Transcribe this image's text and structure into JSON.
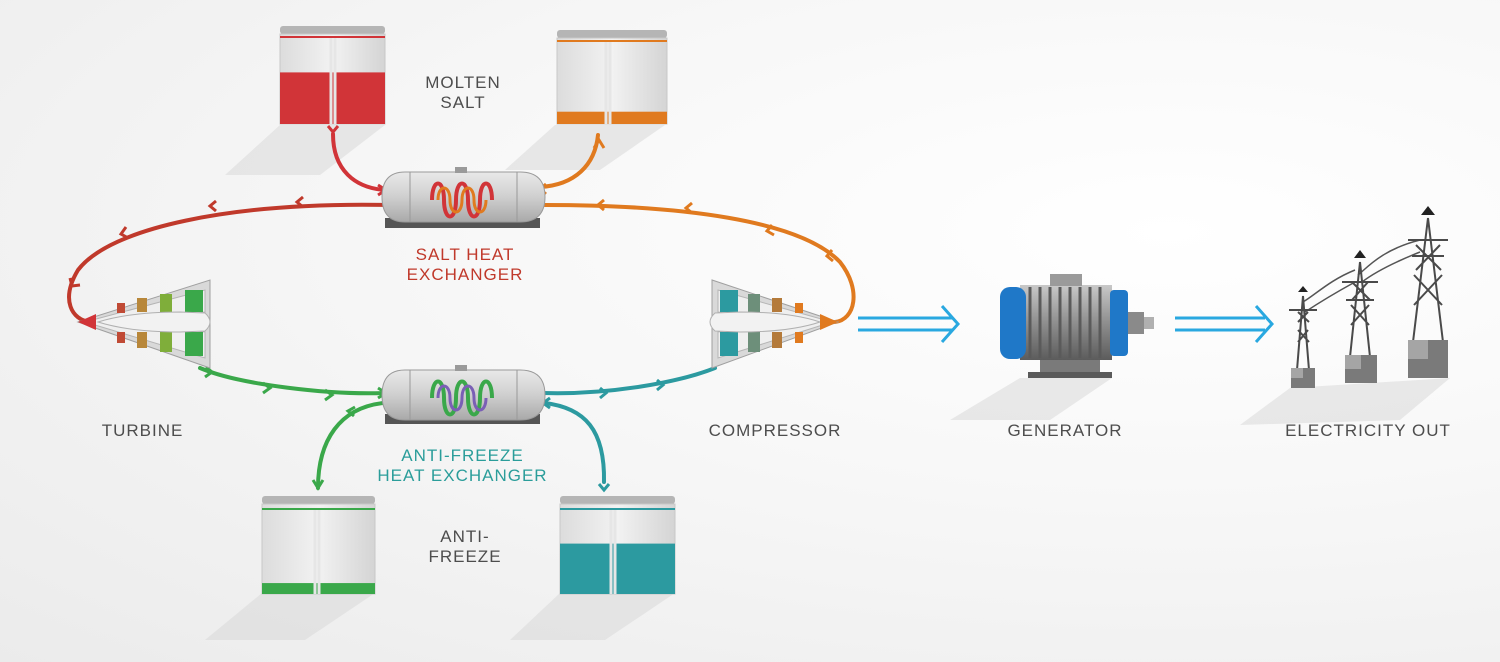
{
  "labels": {
    "molten_salt": [
      "MOLTEN",
      "SALT"
    ],
    "salt_heat_exchanger": [
      "SALT HEAT",
      "EXCHANGER"
    ],
    "antifreeze_heat_exchanger": [
      "ANTI-FREEZE",
      "HEAT EXCHANGER"
    ],
    "antifreeze": [
      "ANTI-",
      "FREEZE"
    ],
    "turbine": "TURBINE",
    "compressor": "COMPRESSOR",
    "generator": "GENERATOR",
    "electricity_out": "ELECTRICITY OUT"
  },
  "colors": {
    "hot_salt": "#d13438",
    "cold_salt": "#e07a1f",
    "warm_antifreeze": "#3aa84a",
    "cold_antifreeze": "#2c9aa0",
    "flow_arrow": "#29a8e0",
    "motor": "#1f78c8",
    "salt_label": "#c0392b",
    "antifreeze_label": "#2a9d9a",
    "text": "#4d4d4d"
  },
  "tank_fill_levels": {
    "hot_salt_tank": 0.6,
    "cold_salt_tank": 0.15,
    "warm_antifreeze_tank": 0.13,
    "cold_antifreeze_tank": 0.6
  }
}
